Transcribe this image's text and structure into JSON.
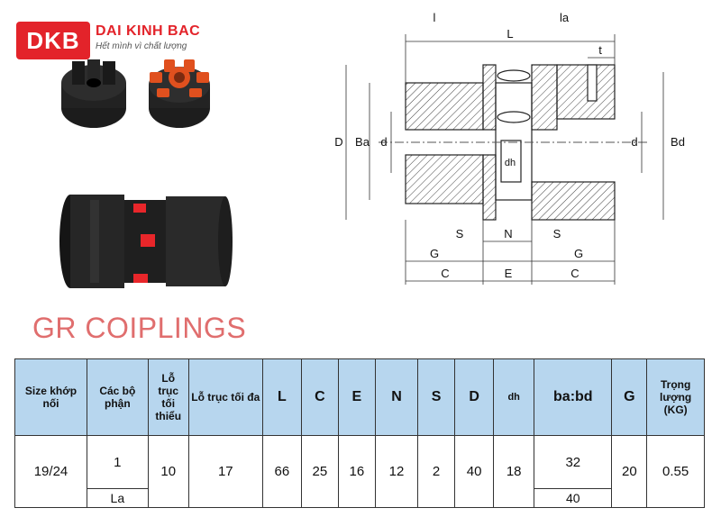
{
  "logo": {
    "mark": "DKB",
    "brand": "DAI KINH BAC",
    "slogan": "Hết mình vì chất lượng"
  },
  "title": "GR COIPLINGS",
  "drawing": {
    "labels": {
      "l": "l",
      "la": "la",
      "L": "L",
      "t": "t",
      "D": "D",
      "Ba": "Ba",
      "d_left": "d",
      "dh": "dh",
      "d_right": "d",
      "Bd": "Bd",
      "S1": "S",
      "N": "N",
      "S2": "S",
      "G1": "G",
      "G2": "G",
      "C1": "C",
      "E": "E",
      "C2": "C"
    }
  },
  "table": {
    "headers": [
      "Size khớp nối",
      "Các bộ phận",
      "Lỗ trục tối thiểu",
      "Lỗ trục tối đa",
      "L",
      "C",
      "E",
      "N",
      "S",
      "D",
      "dh",
      "ba:bd",
      "G",
      "Trọng lượng (KG)"
    ],
    "row": {
      "size": "19/24",
      "part1": "1",
      "part2": "La",
      "min_bore": "10",
      "max_bore": "17",
      "L": "66",
      "C": "25",
      "E": "16",
      "N": "12",
      "S": "2",
      "D": "40",
      "dh": "18",
      "babd1": "32",
      "babd2": "40",
      "G": "20",
      "weight": "0.55"
    }
  },
  "colors": {
    "brand_red": "#e3232a",
    "title_pink": "#e06e6e",
    "header_blue": "#b7d6ee"
  }
}
